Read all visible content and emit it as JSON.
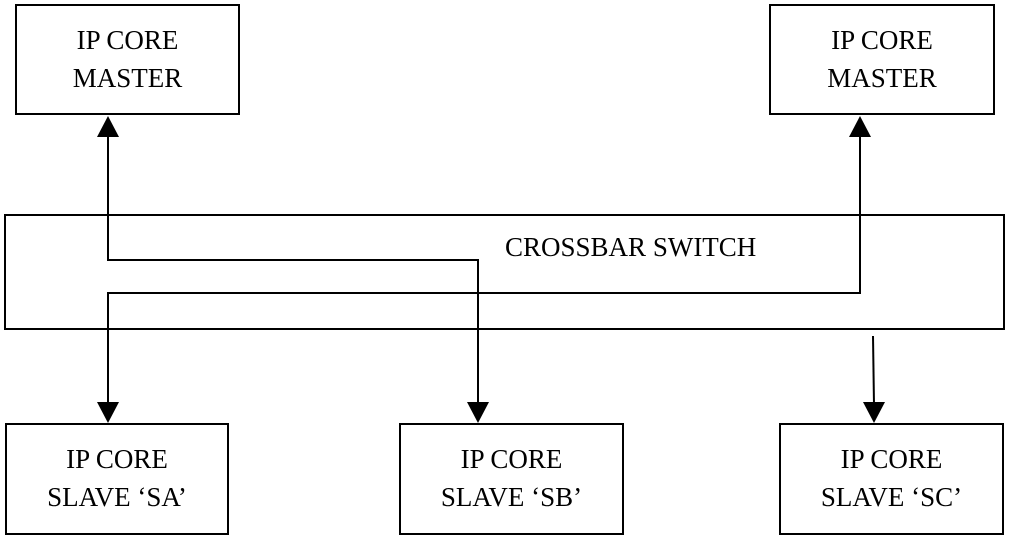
{
  "masters": {
    "left": {
      "line1": "IP CORE",
      "line2": "MASTER"
    },
    "right": {
      "line1": "IP CORE",
      "line2": "MASTER"
    }
  },
  "crossbar": {
    "label": "CROSSBAR SWITCH"
  },
  "slaves": {
    "sa": {
      "line1": "IP CORE",
      "line2": "SLAVE ‘SA’"
    },
    "sb": {
      "line1": "IP CORE",
      "line2": "SLAVE ‘SB’"
    },
    "sc": {
      "line1": "IP CORE",
      "line2": "SLAVE ‘SC’"
    }
  },
  "colors": {
    "stroke": "#000000",
    "background": "#ffffff"
  }
}
